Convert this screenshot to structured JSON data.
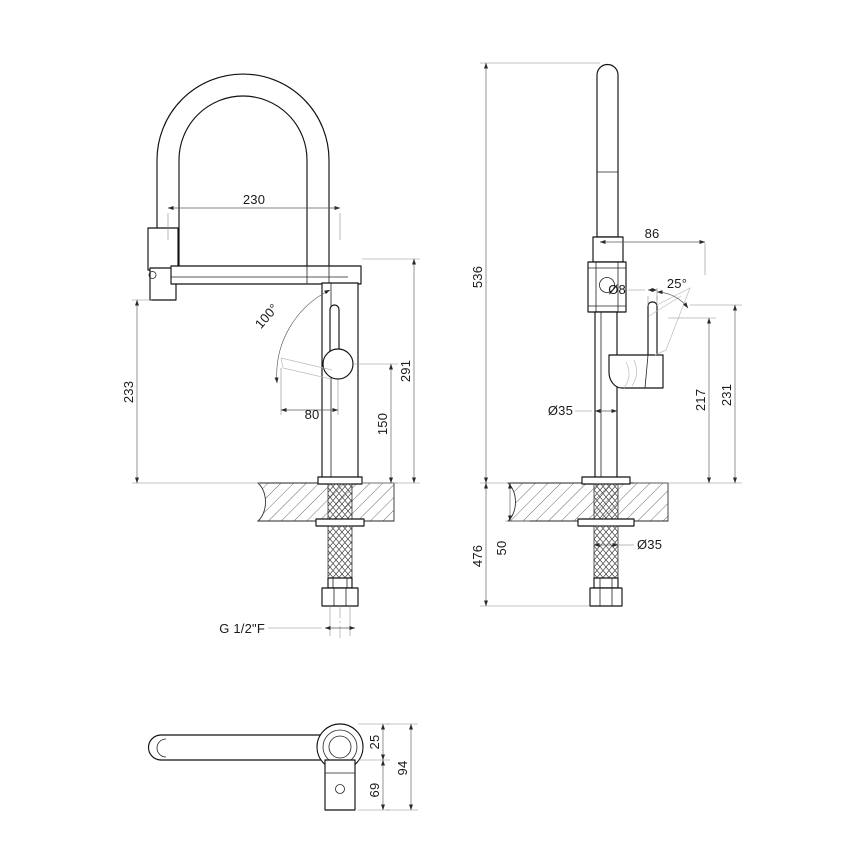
{
  "drawing": {
    "title": "Kitchen mixer tap dimensional drawing",
    "background_color": "#ffffff",
    "line_color": "#111111",
    "dimension_color": "#5a5a5a",
    "views": [
      {
        "name": "front-elevation",
        "position": "left"
      },
      {
        "name": "side-elevation",
        "position": "right"
      },
      {
        "name": "top-plan-handle",
        "position": "bottom-left"
      }
    ]
  },
  "front_view": {
    "name": "front-elevation",
    "dimensions": {
      "spout_reach": "230",
      "spray_head_height": "233",
      "body_height": "291",
      "handle_height": "150",
      "handle_offset": "80",
      "handle_swing_angle": "100°",
      "inlet_thread": "G 1/2\"F"
    }
  },
  "side_view": {
    "name": "side-elevation",
    "dimensions": {
      "overall_height": "536",
      "below_counter": "476",
      "counter_thickness": "50",
      "spout_offset": "86",
      "handle_lever_diameter": "Ø8",
      "handle_tilt_angle": "25°",
      "body_diameter": "Ø35",
      "shank_diameter": "Ø35",
      "handle_top_height": "231",
      "handle_pivot_height": "217"
    }
  },
  "plan_view": {
    "name": "top-plan-handle",
    "dimensions": {
      "lever_width": "25",
      "body_depth": "69",
      "total_depth": "94"
    }
  }
}
